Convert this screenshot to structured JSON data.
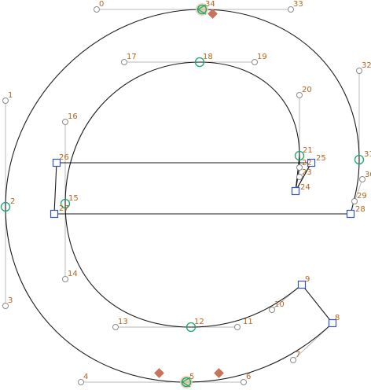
{
  "glyph": {
    "points": [
      {
        "label": "0",
        "kind": "offcurve"
      },
      {
        "label": "1",
        "kind": "offcurve"
      },
      {
        "label": "2",
        "kind": "smooth"
      },
      {
        "label": "3",
        "kind": "offcurve"
      },
      {
        "label": "4",
        "kind": "offcurve"
      },
      {
        "label": "5",
        "kind": "smooth",
        "start": true
      },
      {
        "label": "6",
        "kind": "offcurve"
      },
      {
        "label": "7",
        "kind": "offcurve"
      },
      {
        "label": "8",
        "kind": "corner"
      },
      {
        "label": "9",
        "kind": "corner"
      },
      {
        "label": "10",
        "kind": "offcurve"
      },
      {
        "label": "11",
        "kind": "offcurve"
      },
      {
        "label": "12",
        "kind": "smooth"
      },
      {
        "label": "13",
        "kind": "offcurve"
      },
      {
        "label": "14",
        "kind": "offcurve"
      },
      {
        "label": "15",
        "kind": "smooth"
      },
      {
        "label": "16",
        "kind": "offcurve"
      },
      {
        "label": "17",
        "kind": "offcurve"
      },
      {
        "label": "18",
        "kind": "smooth"
      },
      {
        "label": "19",
        "kind": "offcurve"
      },
      {
        "label": "20",
        "kind": "offcurve"
      },
      {
        "label": "21",
        "kind": "smooth"
      },
      {
        "label": "22",
        "kind": "offcurve"
      },
      {
        "label": "23",
        "kind": "offcurve"
      },
      {
        "label": "24",
        "kind": "corner"
      },
      {
        "label": "25",
        "kind": "corner"
      },
      {
        "label": "26",
        "kind": "corner"
      },
      {
        "label": "27",
        "kind": "corner"
      },
      {
        "label": "28",
        "kind": "corner"
      },
      {
        "label": "29",
        "kind": "offcurve"
      },
      {
        "label": "30",
        "kind": "offcurve"
      },
      {
        "label": "31",
        "kind": "smooth"
      },
      {
        "label": "32",
        "kind": "offcurve"
      },
      {
        "label": "33",
        "kind": "offcurve"
      },
      {
        "label": "34",
        "kind": "smooth",
        "start": true
      }
    ]
  },
  "colors": {
    "outline": "#1a1a1a",
    "smooth_point": "#19a86b",
    "corner_point": "#2f55c8",
    "label": "#b5651d",
    "anchor": "#c8745a"
  }
}
